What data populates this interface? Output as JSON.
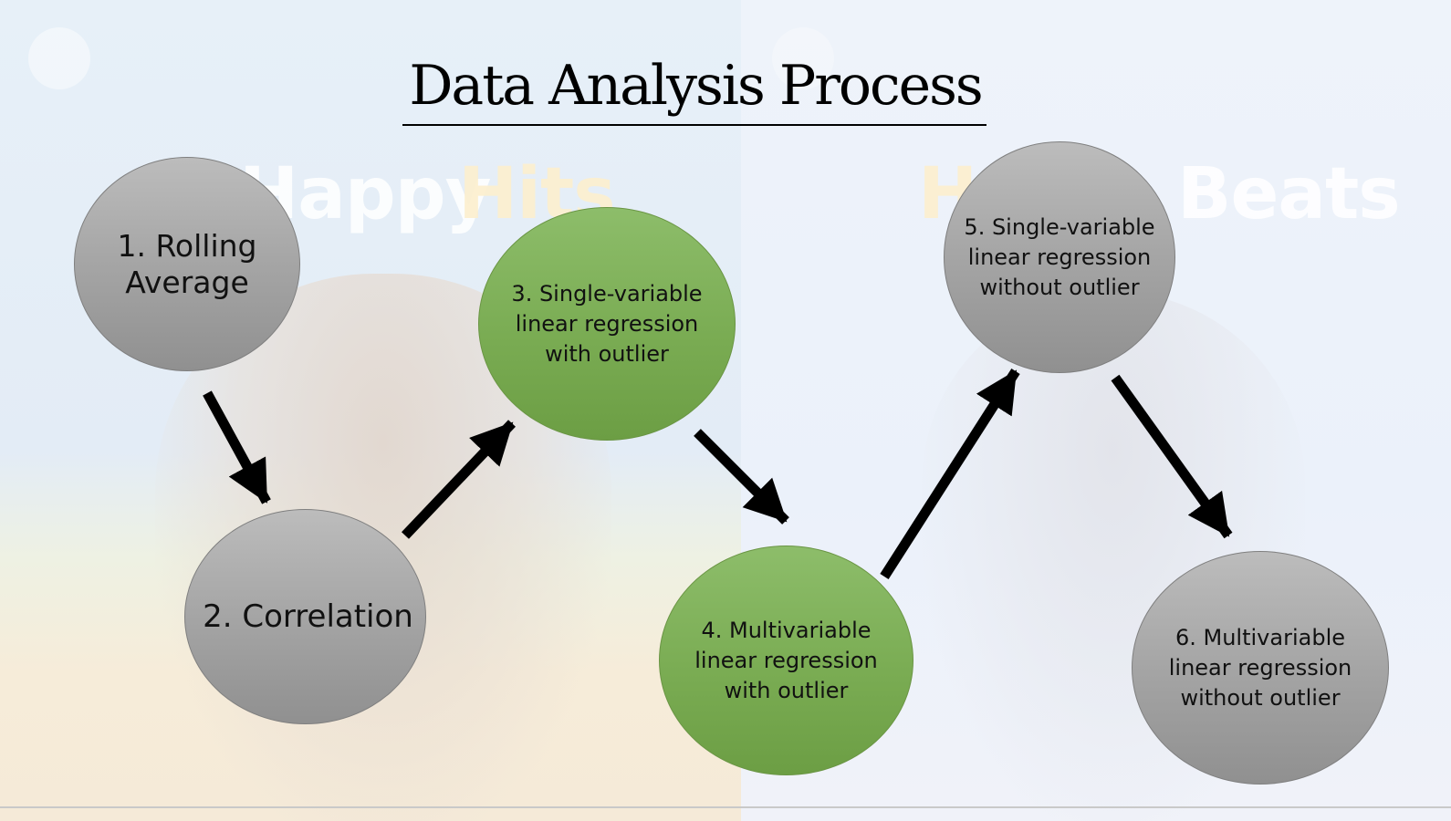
{
  "slide": {
    "title": "Data Analysis Process",
    "background_text": {
      "left_a": "Happy",
      "left_b": "Hits",
      "right_a": "H",
      "right_b": "Beats"
    }
  },
  "steps": [
    {
      "id": 1,
      "label": "1. Rolling Average",
      "color": "#a6a6a6"
    },
    {
      "id": 2,
      "label": "2. Correlation",
      "color": "#a6a6a6"
    },
    {
      "id": 3,
      "label": "3. Single-variable linear regression with outlier",
      "color": "#7aac53"
    },
    {
      "id": 4,
      "label": "4. Multivariable linear regression with outlier",
      "color": "#7aac53"
    },
    {
      "id": 5,
      "label": "5. Single-variable linear regression without outlier",
      "color": "#a6a6a6"
    },
    {
      "id": 6,
      "label": "6. Multivariable linear regression without outlier",
      "color": "#a6a6a6"
    }
  ],
  "flow": [
    {
      "from": 1,
      "to": 2
    },
    {
      "from": 2,
      "to": 3
    },
    {
      "from": 3,
      "to": 4
    },
    {
      "from": 4,
      "to": 5
    },
    {
      "from": 5,
      "to": 6
    }
  ],
  "colors": {
    "gray_node": "#a6a6a6",
    "green_node": "#7aac53",
    "arrow": "#000000",
    "title": "#000000"
  }
}
